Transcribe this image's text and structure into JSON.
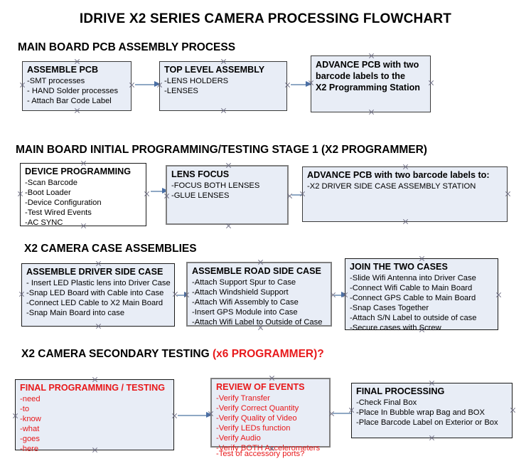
{
  "title": "IDRIVE X2  SERIES CAMERA PROCESSING FLOWCHART",
  "colors": {
    "box_fill": "#e8edf6",
    "box_fill_white": "#ffffff",
    "box_border": "#3a3a3a",
    "box_border_gray": "#7f7f7f",
    "accent_red": "#e8191b",
    "arrow_shaft": "#8fa8c4",
    "arrow_head": "#4a6fa5",
    "text": "#000000",
    "background": "#ffffff"
  },
  "sections": [
    {
      "heading": "MAIN BOARD PCB ASSEMBLY PROCESS",
      "heading_red": "",
      "boxes": [
        {
          "name": "assemble-pcb",
          "title": "ASSEMBLE PCB",
          "lines": [
            "-SMT processes",
            "- HAND Solder processes",
            "- Attach Bar Code Label"
          ],
          "bold_lines": false
        },
        {
          "name": "top-level-assembly",
          "title": "TOP LEVEL ASSEMBLY",
          "lines": [
            "-LENS HOLDERS",
            "-LENSES"
          ],
          "bold_lines": false
        },
        {
          "name": "advance-pcb-programming-station",
          "title": "ADVANCE PCB with two",
          "lines": [
            "barcode labels to the",
            " X2 Programming Station"
          ],
          "bold_lines": true
        }
      ]
    },
    {
      "heading": "MAIN BOARD INITIAL PROGRAMMING/TESTING STAGE 1 (X2 PROGRAMMER)",
      "heading_red": "",
      "boxes": [
        {
          "name": "device-programming",
          "title": "DEVICE PROGRAMMING",
          "lines": [
            "-Scan Barcode",
            "-Boot Loader",
            "-Device Configuration",
            "-Test Wired Events",
            "-AC SYNC"
          ],
          "bold_lines": false
        },
        {
          "name": "lens-focus",
          "title": "LENS FOCUS",
          "lines": [
            "-FOCUS BOTH LENSES",
            "-GLUE LENSES"
          ],
          "bold_lines": false
        },
        {
          "name": "advance-pcb-driver-side-station",
          "title": "ADVANCE PCB with two barcode labels to:",
          "lines": [
            "-X2 DRIVER  SIDE  CASE  ASSEMBLY STATION"
          ],
          "bold_lines": false
        }
      ]
    },
    {
      "heading": "X2 CAMERA CASE ASSEMBLIES",
      "heading_red": "",
      "boxes": [
        {
          "name": "assemble-driver-side-case",
          "title": "ASSEMBLE DRIVER SIDE CASE",
          "lines": [
            "- Insert LED Plastic lens into Driver Case",
            "-Snap LED Board with Cable into Case",
            "-Connect LED Cable to X2 Main Board",
            "-Snap Main Board into case"
          ],
          "bold_lines": false
        },
        {
          "name": "assemble-road-side-case",
          "title": "ASSEMBLE ROAD SIDE CASE",
          "lines": [
            "-Attach Support Spur to Case",
            "-Attach Windshield Support",
            "-Attach Wifi Assembly to Case",
            "-Insert GPS Module into Case",
            "-Attach Wifi Label to Outside of Case"
          ],
          "bold_lines": false
        },
        {
          "name": "join-the-two-cases",
          "title": "JOIN THE TWO CASES",
          "lines": [
            "-Slide Wifi Antenna into Driver Case",
            "-Connect Wifi Cable to Main Board",
            "-Connect GPS Cable to Main Board",
            "-Snap Cases Together",
            "-Attach S/N Label to outside of case",
            "-Secure cases with Screw"
          ],
          "bold_lines": false
        }
      ]
    },
    {
      "heading": "X2 CAMERA SECONDARY TESTING ",
      "heading_red": "(x6 PROGRAMMER)?",
      "boxes": [
        {
          "name": "final-programming-testing",
          "title": "FINAL PROGRAMMING / TESTING",
          "lines": [
            "-need",
            "-to",
            "-know",
            "-what",
            "-goes",
            "-here"
          ],
          "bold_lines": false
        },
        {
          "name": "review-of-events",
          "title": "REVIEW OF EVENTS",
          "lines": [
            "-Verify Transfer",
            "-Verify Correct Quantity",
            "-Verify Quality of Video",
            "-Verify LEDs function",
            "-Verify Audio",
            "-Verify BOTH Accelerometers"
          ],
          "overflow_line": "-Test of accessory ports?",
          "bold_lines": false
        },
        {
          "name": "final-processing",
          "title": "FINAL PROCESSING",
          "lines": [
            " -Check Final Box",
            "-Place In Bubble wrap Bag and BOX",
            "-Place Barcode Label on Exterior or Box"
          ],
          "bold_lines": false
        }
      ]
    }
  ]
}
